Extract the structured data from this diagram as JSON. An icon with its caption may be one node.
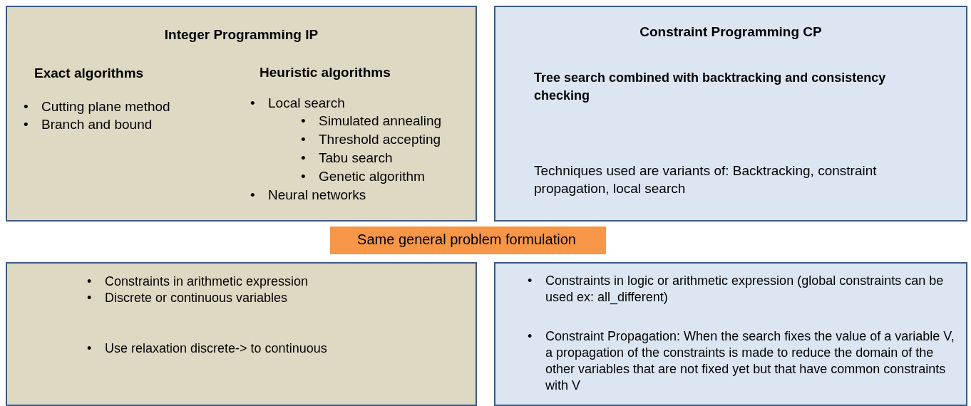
{
  "diagram": {
    "nodes": [
      {
        "text": [
          "Integer Programming IP",
          "Exact algorithms",
          "Cutting plane method",
          "Branch and bound",
          "Heuristic algorithms",
          "Local search",
          "Simulated annealing",
          "Threshold accepting",
          "Tabu search",
          "Genetic algorithm",
          "Neural networks"
        ]
      },
      {
        "text": [
          "Constraint Programming CP",
          "Tree search combined with backtracking and consistency checking",
          "Techniques used are variants of: Backtracking, constraint propagation, local search"
        ]
      },
      {
        "text": [
          "Same general problem formulation"
        ]
      },
      {
        "text": [
          "Constraints in arithmetic expression",
          "Discrete or continuous variables",
          "Use relaxation discrete-> to continuous"
        ]
      },
      {
        "text": [
          "Constraints in logic or arithmetic expression (global constraints can be used ex: all_different)",
          "Constraint Propagation: When the search fixes the value of a variable V, a propagation of the constraints is made to reduce the domain of the other variables that are not fixed yet but that have common constraints with V"
        ]
      }
    ],
    "labels": [
      "•",
      "•",
      "•",
      "•",
      "•",
      "•",
      "•",
      "•",
      "•",
      "•",
      "•",
      "•",
      "•"
    ]
  }
}
